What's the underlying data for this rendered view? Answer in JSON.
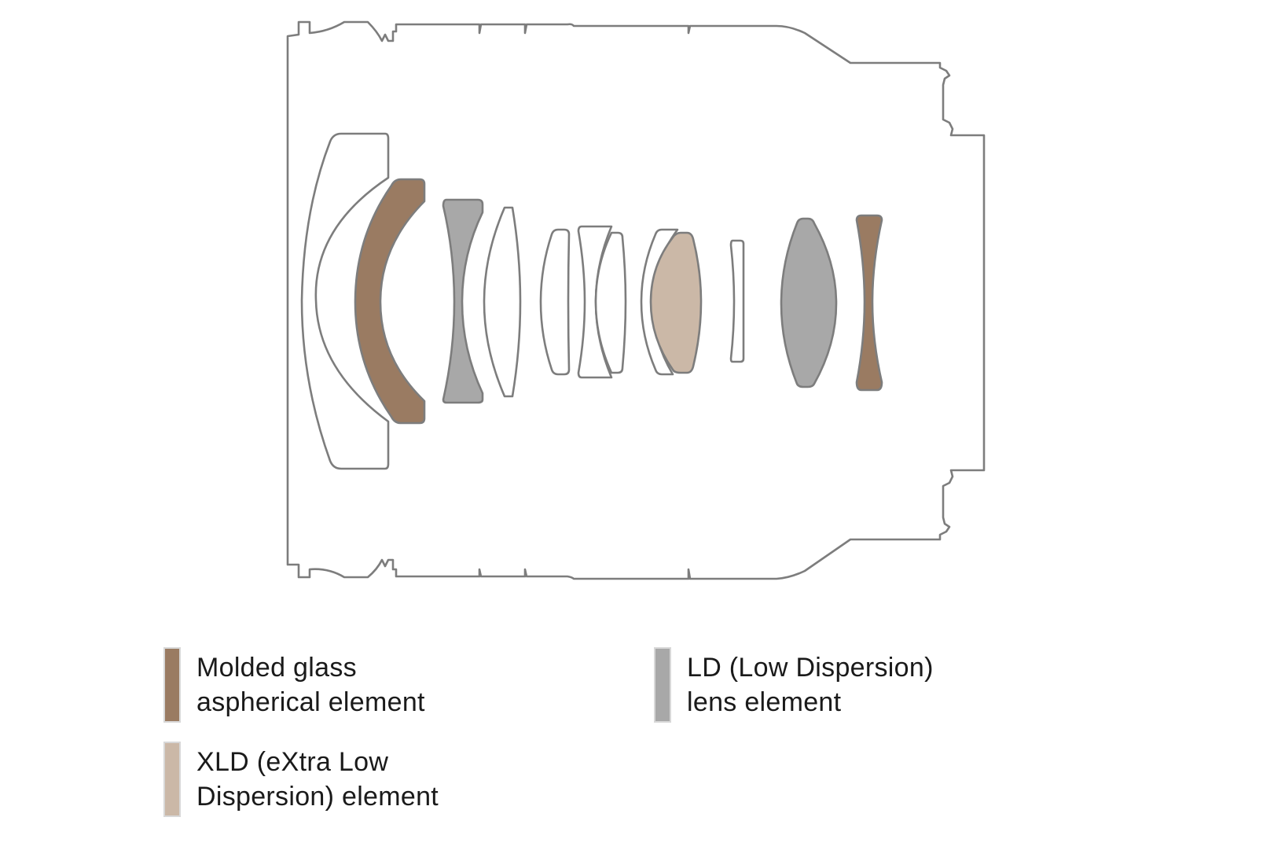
{
  "colors": {
    "outline": "#7d7d7d",
    "molded": "#9a7b62",
    "xld": "#cbb8a7",
    "ld": "#a8a8a8",
    "plain": "#ffffff"
  },
  "legend": {
    "molded": {
      "line1": "Molded glass",
      "line2": "aspherical element",
      "color": "#9a7b62"
    },
    "ld": {
      "line1": "LD (Low Dispersion)",
      "line2": "lens element",
      "color": "#a8a8a8"
    },
    "xld": {
      "line1": "XLD (eXtra Low",
      "line2": "Dispersion) element",
      "color": "#cbb8a7"
    }
  },
  "elements": [
    {
      "id": "e1",
      "type": "plain"
    },
    {
      "id": "e2",
      "type": "molded"
    },
    {
      "id": "e3",
      "type": "ld"
    },
    {
      "id": "e4",
      "type": "plain"
    },
    {
      "id": "e5",
      "type": "plain"
    },
    {
      "id": "e6",
      "type": "plain"
    },
    {
      "id": "e7",
      "type": "plain"
    },
    {
      "id": "e8",
      "type": "plain"
    },
    {
      "id": "e9",
      "type": "xld"
    },
    {
      "id": "e10",
      "type": "plain"
    },
    {
      "id": "e11",
      "type": "ld"
    },
    {
      "id": "e12",
      "type": "molded"
    }
  ]
}
